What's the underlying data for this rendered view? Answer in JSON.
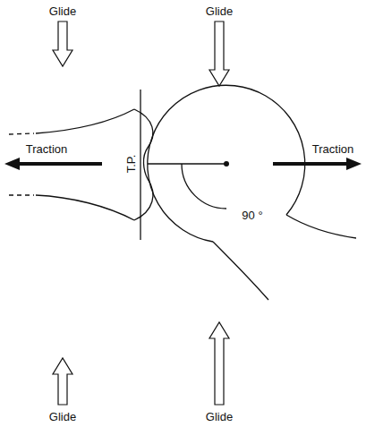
{
  "diagram": {
    "labels": [
      "Glide",
      "Glide",
      "Traction",
      "T.P.",
      "90 °",
      "Traction",
      "Glide",
      "Glide"
    ]
  }
}
